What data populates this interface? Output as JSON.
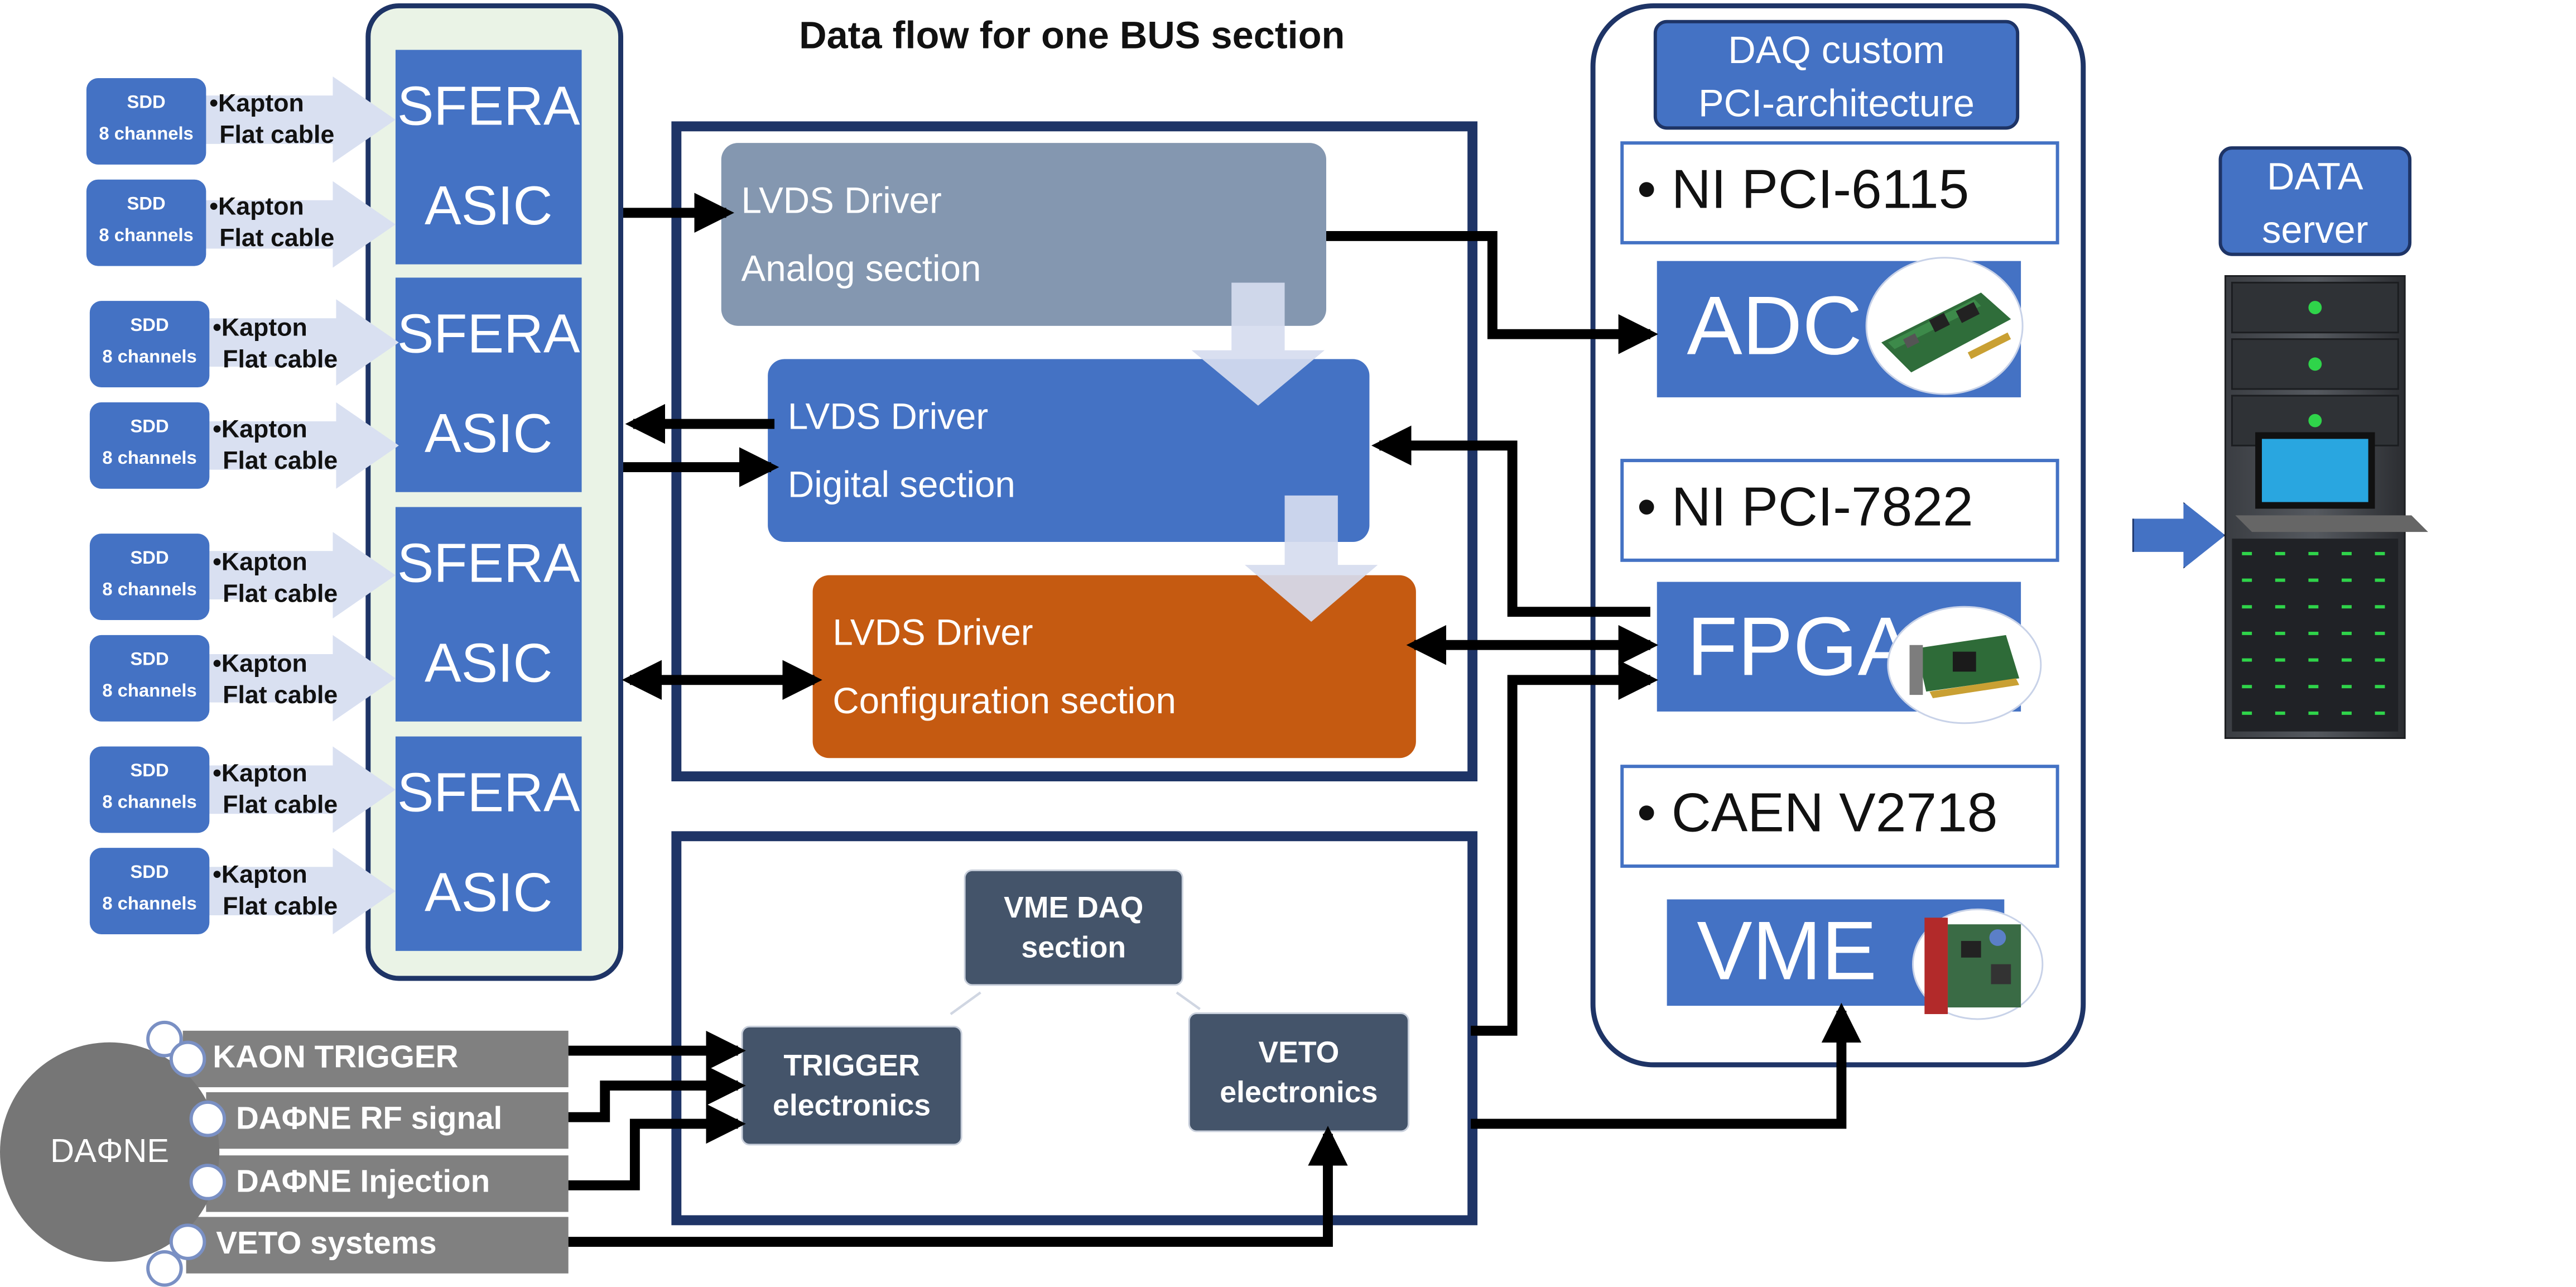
{
  "title": "Data flow for one BUS section",
  "sdd": {
    "label_line1": "SDD",
    "label_line2": "8 channels"
  },
  "kapton": {
    "line1": "•Kapton",
    "line2": "Flat cable"
  },
  "asic": {
    "line1": "SFERA",
    "line2": "ASIC"
  },
  "lvds": {
    "analog": {
      "line1": "LVDS Driver",
      "line2": "Analog section"
    },
    "digital": {
      "line1": "LVDS Driver",
      "line2": "Digital section"
    },
    "config": {
      "line1": "LVDS Driver",
      "line2": "Configuration section"
    }
  },
  "vme_daq": {
    "line1": "VME DAQ",
    "line2": "section"
  },
  "trigger_box": {
    "line1": "TRIGGER",
    "line2": "electronics"
  },
  "veto_box": {
    "line1": "VETO",
    "line2": "electronics"
  },
  "daq": {
    "title_line1": "DAQ custom",
    "title_line2": "PCI-architecture",
    "cards": [
      {
        "label": "• NI PCI-6115",
        "block": "ADC"
      },
      {
        "label": "• NI PCI-7822",
        "block": "FPGA"
      },
      {
        "label": "• CAEN V2718",
        "block": "VME"
      }
    ]
  },
  "data_server": {
    "line1": "DATA",
    "line2": "server"
  },
  "daphne": "DAΦNE",
  "signals": [
    "KAON TRIGGER",
    "DAΦNE RF signal",
    "DAΦNE Injection",
    "VETO systems"
  ],
  "colors": {
    "blue": "#4472c4",
    "navy": "#1e3466",
    "grey_blue": "#8497b0",
    "orange": "#c55a11",
    "slate": "#44546a",
    "green_panel": "#eaf3e6"
  }
}
